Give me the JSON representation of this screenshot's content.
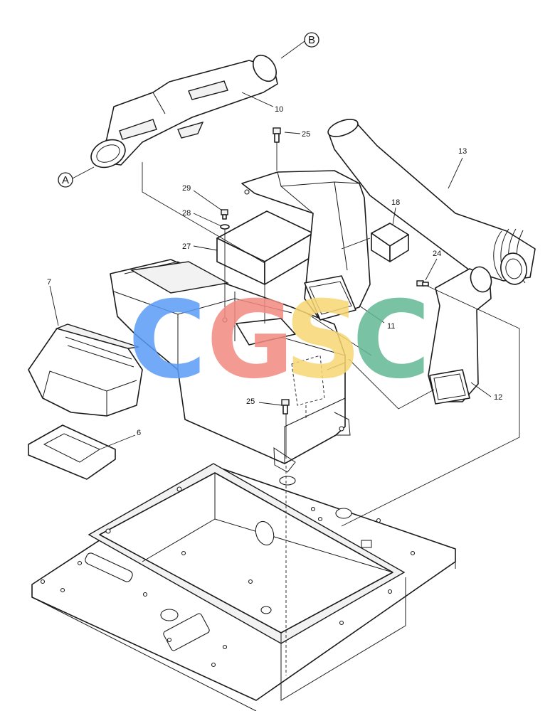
{
  "callouts": {
    "p6": "6",
    "p7": "7",
    "p10": "10",
    "p11": "11",
    "p12": "12",
    "p13": "13",
    "p18": "18",
    "p24": "24",
    "p25_top": "25",
    "p25_bottom": "25",
    "p27": "27",
    "p28": "28",
    "p29": "29"
  },
  "references": {
    "a": "A",
    "b": "B"
  },
  "watermark": {
    "letters": [
      "C",
      "G",
      "S",
      "C"
    ],
    "colors": [
      "#5b9cf7",
      "#f28a80",
      "#f7d774",
      "#62b894"
    ]
  }
}
